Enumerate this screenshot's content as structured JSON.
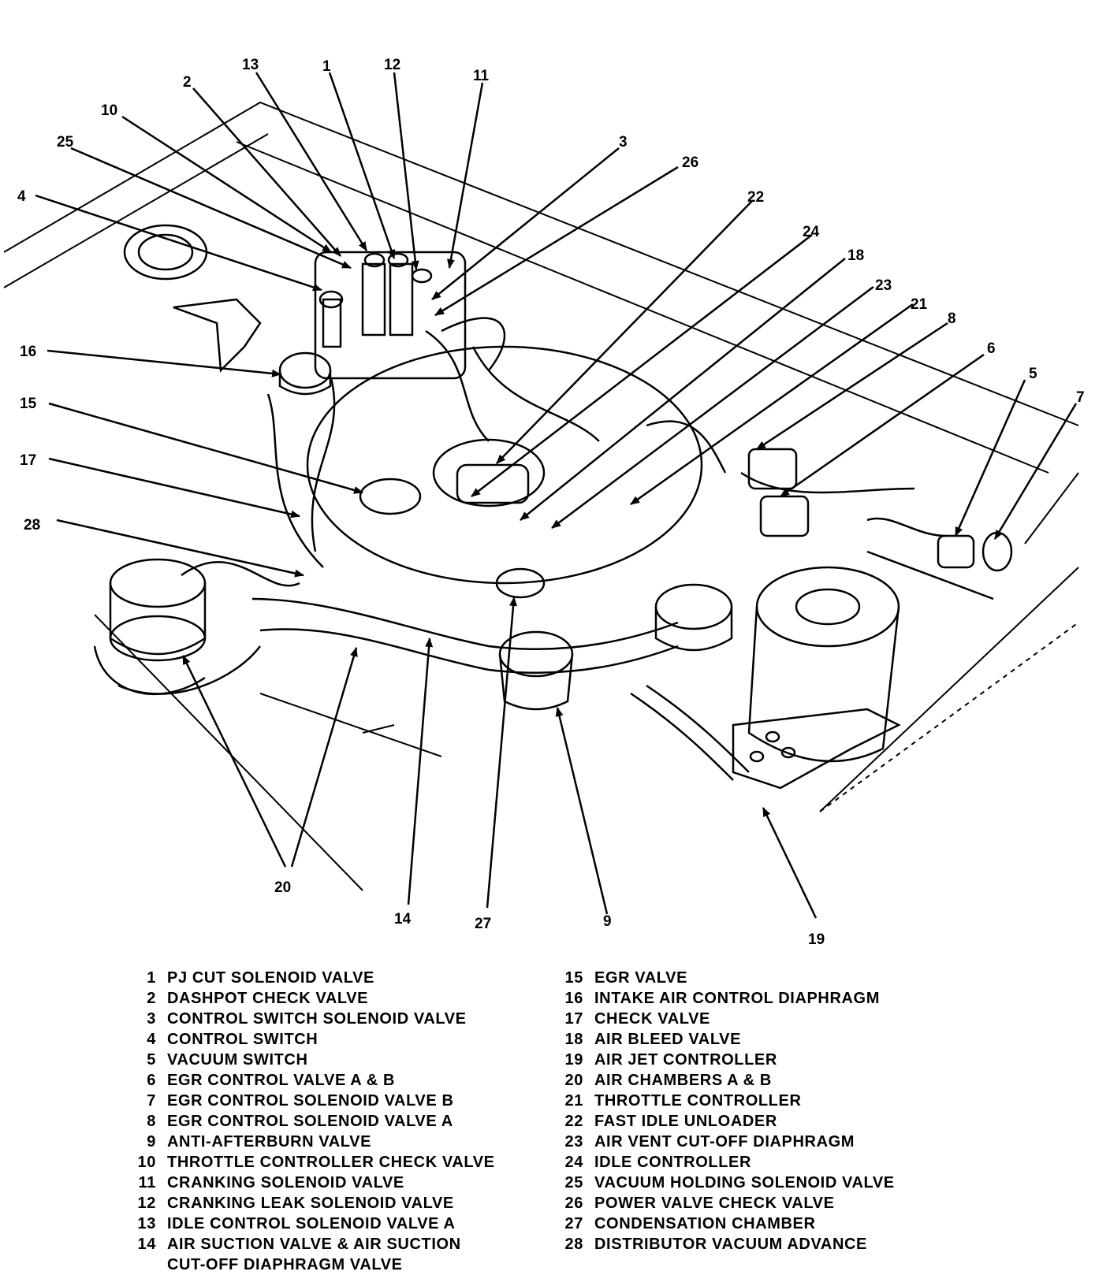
{
  "callouts": [
    "1",
    "2",
    "3",
    "4",
    "5",
    "6",
    "7",
    "8",
    "9",
    "10",
    "11",
    "12",
    "13",
    "14",
    "15",
    "16",
    "17",
    "18",
    "19",
    "20",
    "21",
    "22",
    "23",
    "24",
    "25",
    "26",
    "27",
    "28"
  ],
  "legend": {
    "left": [
      {
        "num": "1",
        "label": "PJ CUT SOLENOID VALVE"
      },
      {
        "num": "2",
        "label": "DASHPOT CHECK VALVE"
      },
      {
        "num": "3",
        "label": "CONTROL SWITCH SOLENOID VALVE"
      },
      {
        "num": "4",
        "label": "CONTROL SWITCH"
      },
      {
        "num": "5",
        "label": "VACUUM SWITCH"
      },
      {
        "num": "6",
        "label": "EGR CONTROL VALVE A & B"
      },
      {
        "num": "7",
        "label": "EGR CONTROL SOLENOID VALVE B"
      },
      {
        "num": "8",
        "label": "EGR CONTROL SOLENOID VALVE A"
      },
      {
        "num": "9",
        "label": "ANTI-AFTERBURN VALVE"
      },
      {
        "num": "10",
        "label": "THROTTLE CONTROLLER CHECK VALVE"
      },
      {
        "num": "11",
        "label": "CRANKING SOLENOID VALVE"
      },
      {
        "num": "12",
        "label": "CRANKING LEAK SOLENOID VALVE"
      },
      {
        "num": "13",
        "label": "IDLE CONTROL SOLENOID VALVE A"
      },
      {
        "num": "14",
        "label": "AIR SUCTION VALVE & AIR SUCTION"
      },
      {
        "num": "",
        "label": "CUT-OFF DIAPHRAGM VALVE"
      }
    ],
    "right": [
      {
        "num": "15",
        "label": "EGR VALVE"
      },
      {
        "num": "16",
        "label": "INTAKE AIR CONTROL DIAPHRAGM"
      },
      {
        "num": "17",
        "label": "CHECK VALVE"
      },
      {
        "num": "18",
        "label": "AIR BLEED VALVE"
      },
      {
        "num": "19",
        "label": "AIR JET CONTROLLER"
      },
      {
        "num": "20",
        "label": "AIR CHAMBERS A & B"
      },
      {
        "num": "21",
        "label": "THROTTLE CONTROLLER"
      },
      {
        "num": "22",
        "label": "FAST IDLE UNLOADER"
      },
      {
        "num": "23",
        "label": "AIR VENT CUT-OFF DIAPHRAGM"
      },
      {
        "num": "24",
        "label": "IDLE CONTROLLER"
      },
      {
        "num": "25",
        "label": "VACUUM HOLDING SOLENOID VALVE"
      },
      {
        "num": "26",
        "label": "POWER VALVE CHECK VALVE"
      },
      {
        "num": "27",
        "label": "CONDENSATION CHAMBER"
      },
      {
        "num": "28",
        "label": "DISTRIBUTOR VACUUM ADVANCE"
      }
    ]
  }
}
